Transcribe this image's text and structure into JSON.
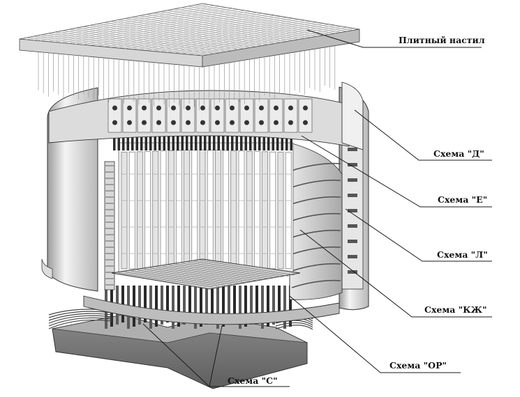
{
  "labels": {
    "plate_deck": "Плитный настил",
    "scheme_d": "Схема \"Д\"",
    "scheme_e": "Схема \"Е\"",
    "scheme_l": "Схема \"Л\"",
    "scheme_kzh": "Схема \"КЖ\"",
    "scheme_or": "Схема \"ОР\"",
    "scheme_s": "Схема \"С\""
  },
  "colors": {
    "line": "#1a1a1a",
    "light": "#f2f2f2",
    "mid": "#c8c8c8",
    "dark": "#7a7a7a",
    "base": "#9a9a9a"
  }
}
